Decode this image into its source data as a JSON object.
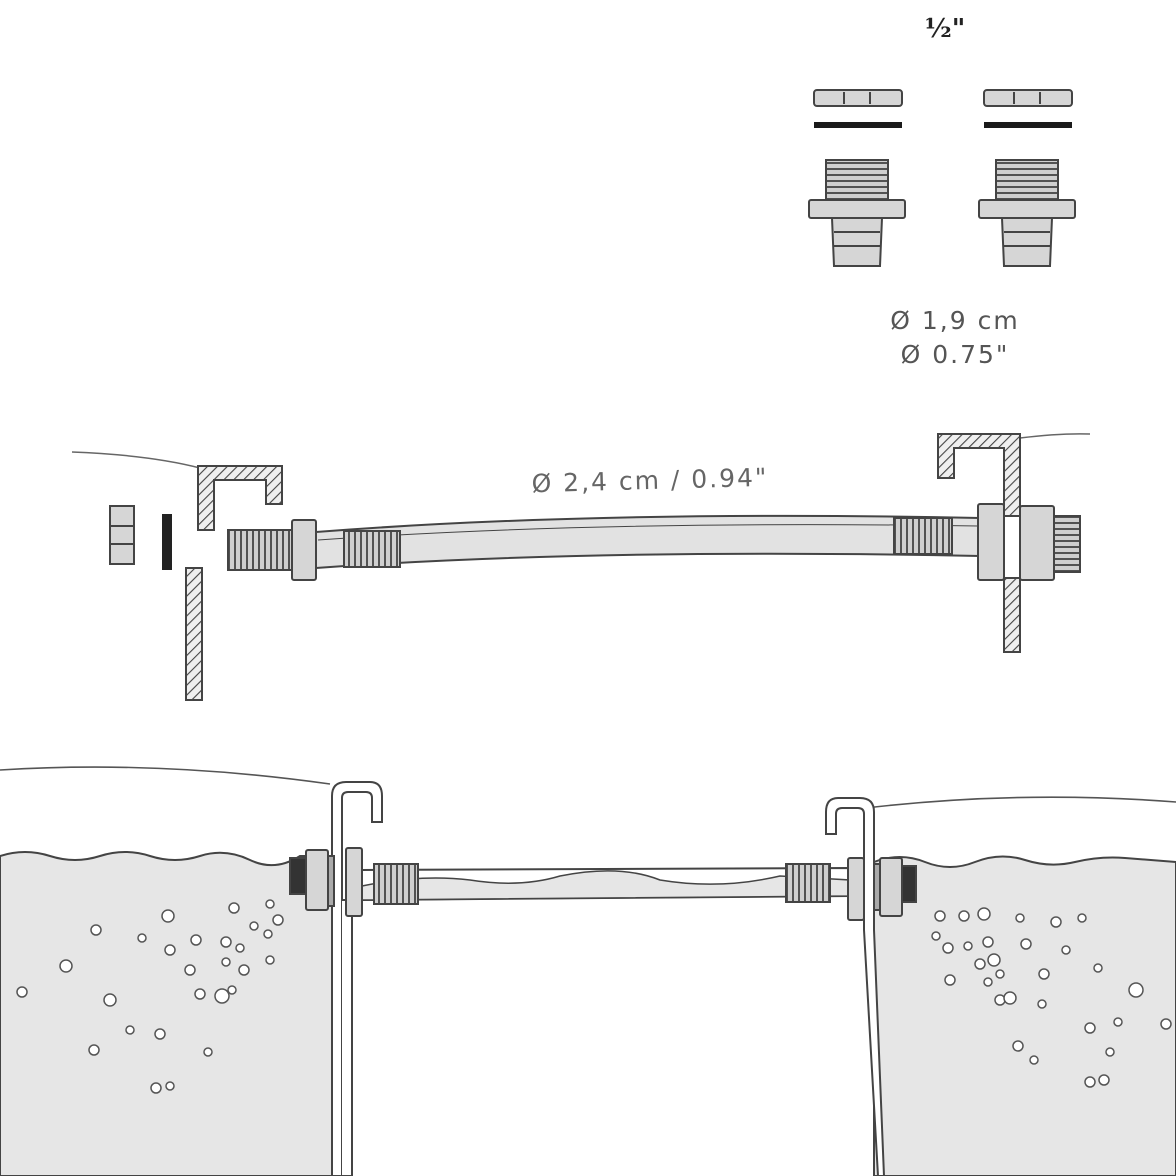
{
  "labels": {
    "thread_size": "½\"",
    "fitting_diameter_cm": "Ø 1,9 cm",
    "fitting_diameter_in": "Ø 0.75\"",
    "hose_diameter": "Ø 2,4 cm / 0.94\""
  },
  "colors": {
    "line": "#444444",
    "part_fill": "#d6d6d6",
    "water": "#e6e6e6",
    "gasket": "#1a1a1a"
  }
}
